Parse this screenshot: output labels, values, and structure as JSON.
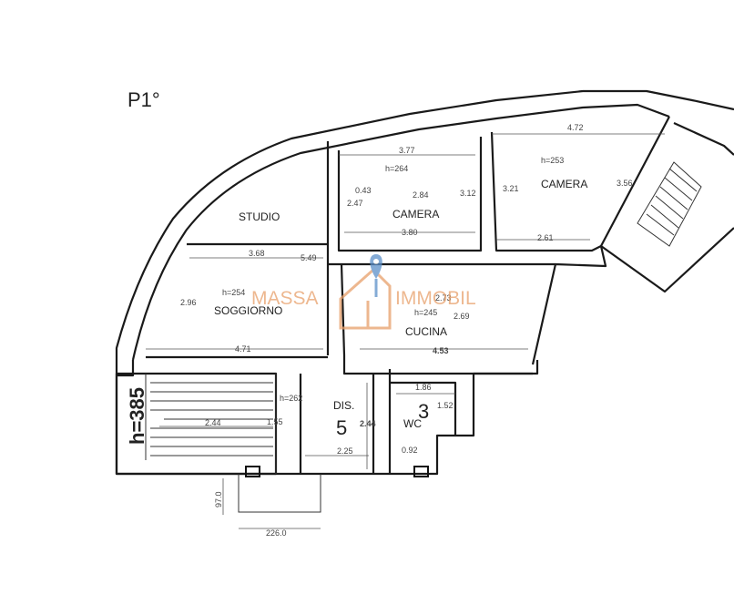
{
  "floor_label": "P1°",
  "height_overall": "h=385",
  "rooms": {
    "studio": "STUDIO",
    "camera1": "CAMERA",
    "camera2": "CAMERA",
    "soggiorno": "SOGGIORNO",
    "cucina": "CUCINA",
    "dis": "DIS.",
    "wc": "WC"
  },
  "room_numbers": {
    "dis": "5",
    "wc": "3"
  },
  "heights": {
    "camera1": "h=264",
    "camera2": "h=253",
    "soggiorno": "h=254",
    "cucina": "h=245",
    "dis": "h=262"
  },
  "dimensions": {
    "d_472": "4.72",
    "d_377": "3.77",
    "d_043": "0.43",
    "d_247": "2.47",
    "d_284": "2.84",
    "d_312": "3.12",
    "d_321": "3.21",
    "d_356": "3.56",
    "d_380": "3.80",
    "d_261": "2.61",
    "d_368": "3.68",
    "d_549": "5.49",
    "d_296": "2.96",
    "d_471": "4.71",
    "d_273": "2.73",
    "d_269": "2.69",
    "d_453": "4.53",
    "d_186": "1.86",
    "d_152": "1.52",
    "d_244a": "2.44",
    "d_244b": "2.44",
    "d_155": "1.55",
    "d_225": "2.25",
    "d_092": "0.92",
    "d_970": "97.0",
    "d_2260": "226.0"
  },
  "watermark": {
    "left": "MASSA",
    "right": "IMMOBIL",
    "color": "#e8a06a",
    "pin_color": "#5b8fc9"
  }
}
